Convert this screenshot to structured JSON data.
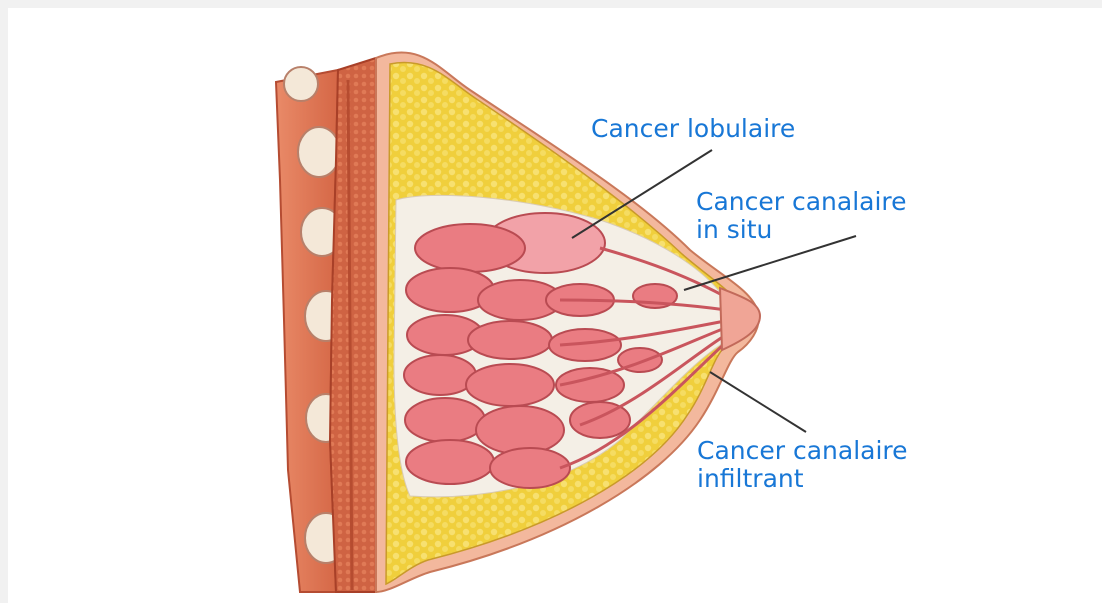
{
  "labels": {
    "lobular": "Cancer lobulaire",
    "in_situ_line1": "Cancer canalaire",
    "in_situ_line2": "in situ",
    "infiltrant_line1": "Cancer canalaire",
    "infiltrant_line2": "infiltrant"
  },
  "colors": {
    "label_text": "#1877d6",
    "leader_line": "#333333",
    "muscle": "#c8553a",
    "fat": "#efcf3a",
    "lobule": "#e9747c",
    "skin": "#f2b39a"
  }
}
